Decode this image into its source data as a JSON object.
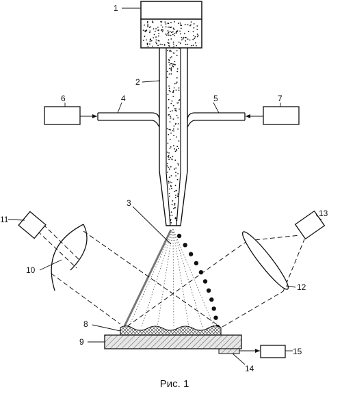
{
  "caption": "Рис. 1",
  "labels": {
    "n1": "1",
    "n2": "2",
    "n3": "3",
    "n4": "4",
    "n5": "5",
    "n6": "6",
    "n7": "7",
    "n8": "8",
    "n9": "9",
    "n10": "10",
    "n11": "11",
    "n12": "12",
    "n13": "13",
    "n14": "14",
    "n15": "15"
  },
  "colors": {
    "ink": "#111111",
    "laser_beam": "#777777",
    "background": "#ffffff"
  }
}
